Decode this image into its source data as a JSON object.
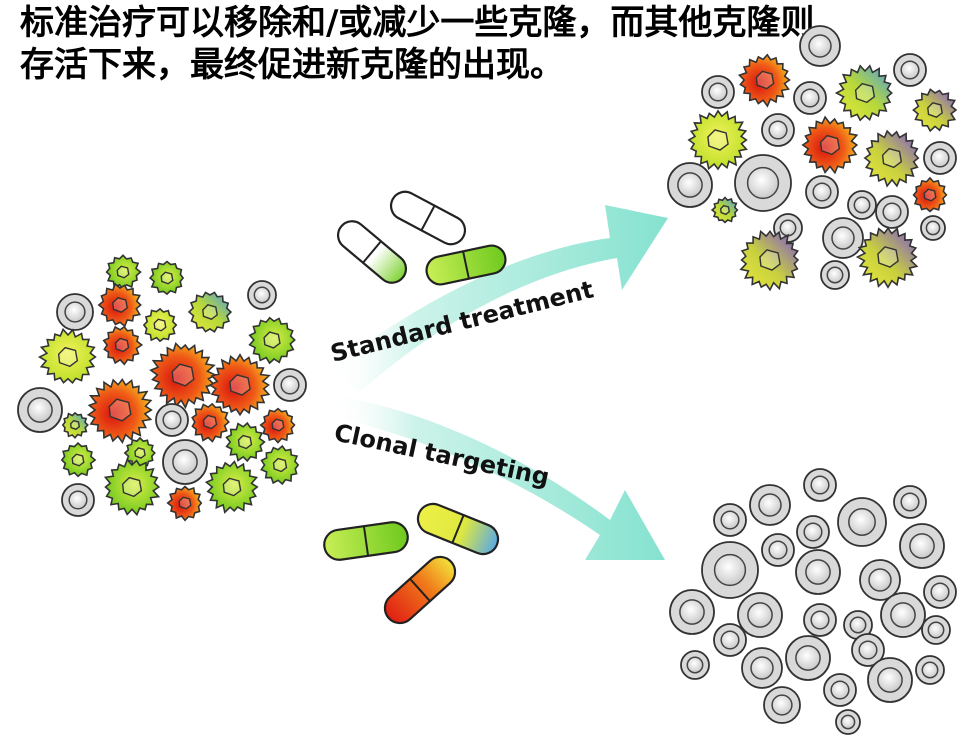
{
  "caption": {
    "line1": "标准治疗可以移除和/或减少一些克隆，而其他克隆则",
    "line2": "存活下来，最终促进新克隆的出现。"
  },
  "arrows": {
    "upper_label": "Standard treatment",
    "lower_label": "Clonal targeting"
  },
  "colors": {
    "arrow": "#8fe3d2",
    "cell_normal": "#d6d6d6",
    "green": "#7dcf23",
    "yellow": "#e6ea3a",
    "red": "#e8221a",
    "orange": "#f39a1b",
    "blue": "#5aa8e6",
    "purple": "#8a5ad6"
  },
  "icons": [
    "capsule-icon",
    "tumor-cell-icon",
    "normal-cell-icon"
  ]
}
